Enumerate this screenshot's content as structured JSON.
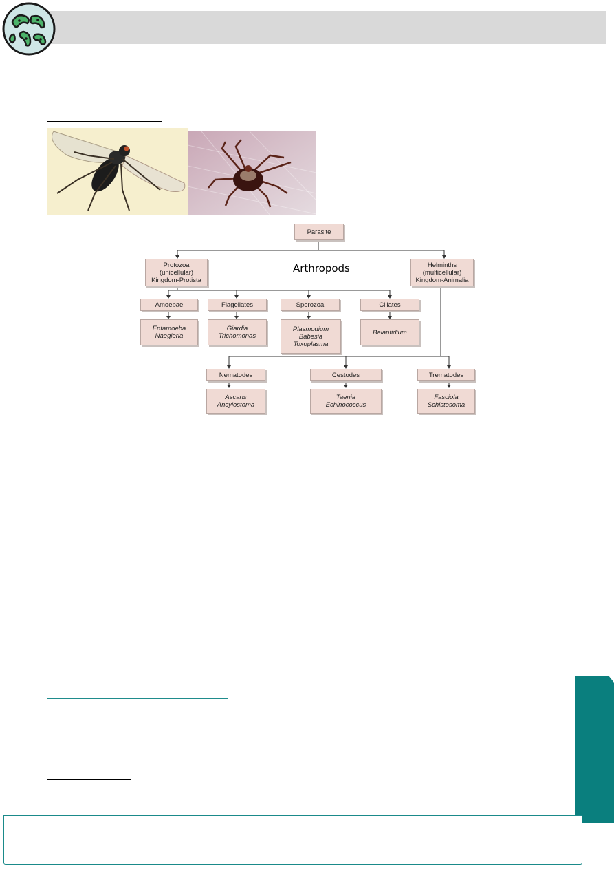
{
  "header": {
    "logo_icon": "bacteria-icon",
    "band_color": "#d9d9d9",
    "accent_color": "#0a7f7e"
  },
  "images": {
    "fly": "fly-photo",
    "tick": "tick-photo"
  },
  "overlay_label": "Arthropods",
  "diagram": {
    "root": "Parasite",
    "protozoa": [
      "Protozoa",
      "(unicellular)",
      "Kingdom-Protista"
    ],
    "helminths": [
      "Helminths",
      "(multicellular)",
      "Kingdom-Animalia"
    ],
    "protozoa_groups": [
      {
        "name": "Amoebae",
        "species": [
          "Entamoeba",
          "Naegleria"
        ]
      },
      {
        "name": "Flagellates",
        "species": [
          "Giardia",
          "Trichomonas"
        ]
      },
      {
        "name": "Sporozoa",
        "species": [
          "Plasmodium",
          "Babesia",
          "Toxoplasma"
        ]
      },
      {
        "name": "Ciliates",
        "species": [
          "Balantidium"
        ]
      }
    ],
    "helminth_groups": [
      {
        "name": "Nematodes",
        "species": [
          "Ascaris",
          "Ancylostoma"
        ]
      },
      {
        "name": "Cestodes",
        "species": [
          "Taenia",
          "Echinococcus"
        ]
      },
      {
        "name": "Trematodes",
        "species": [
          "Fasciola",
          "Schistosoma"
        ]
      }
    ]
  }
}
